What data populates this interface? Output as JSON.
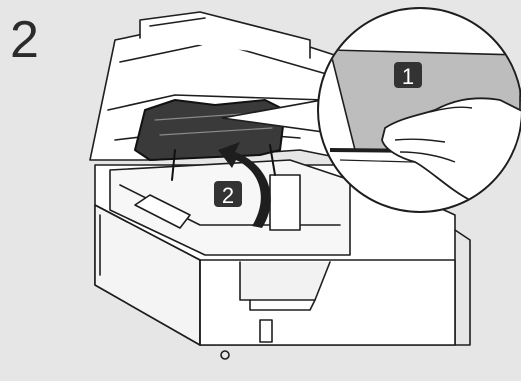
{
  "step": {
    "number": "2"
  },
  "callouts": {
    "first": "1",
    "second": "2"
  },
  "colors": {
    "background": "#e6e6e6",
    "line": "#1e1e1e",
    "body": "#ffffff",
    "panel_shade": "#f2f2f2",
    "zoom_shade": "#bdbdbd",
    "badge": "#333333"
  },
  "icons": [
    "printer-illustration",
    "curved-arrow-icon",
    "hand-icon",
    "power-button-icon"
  ]
}
